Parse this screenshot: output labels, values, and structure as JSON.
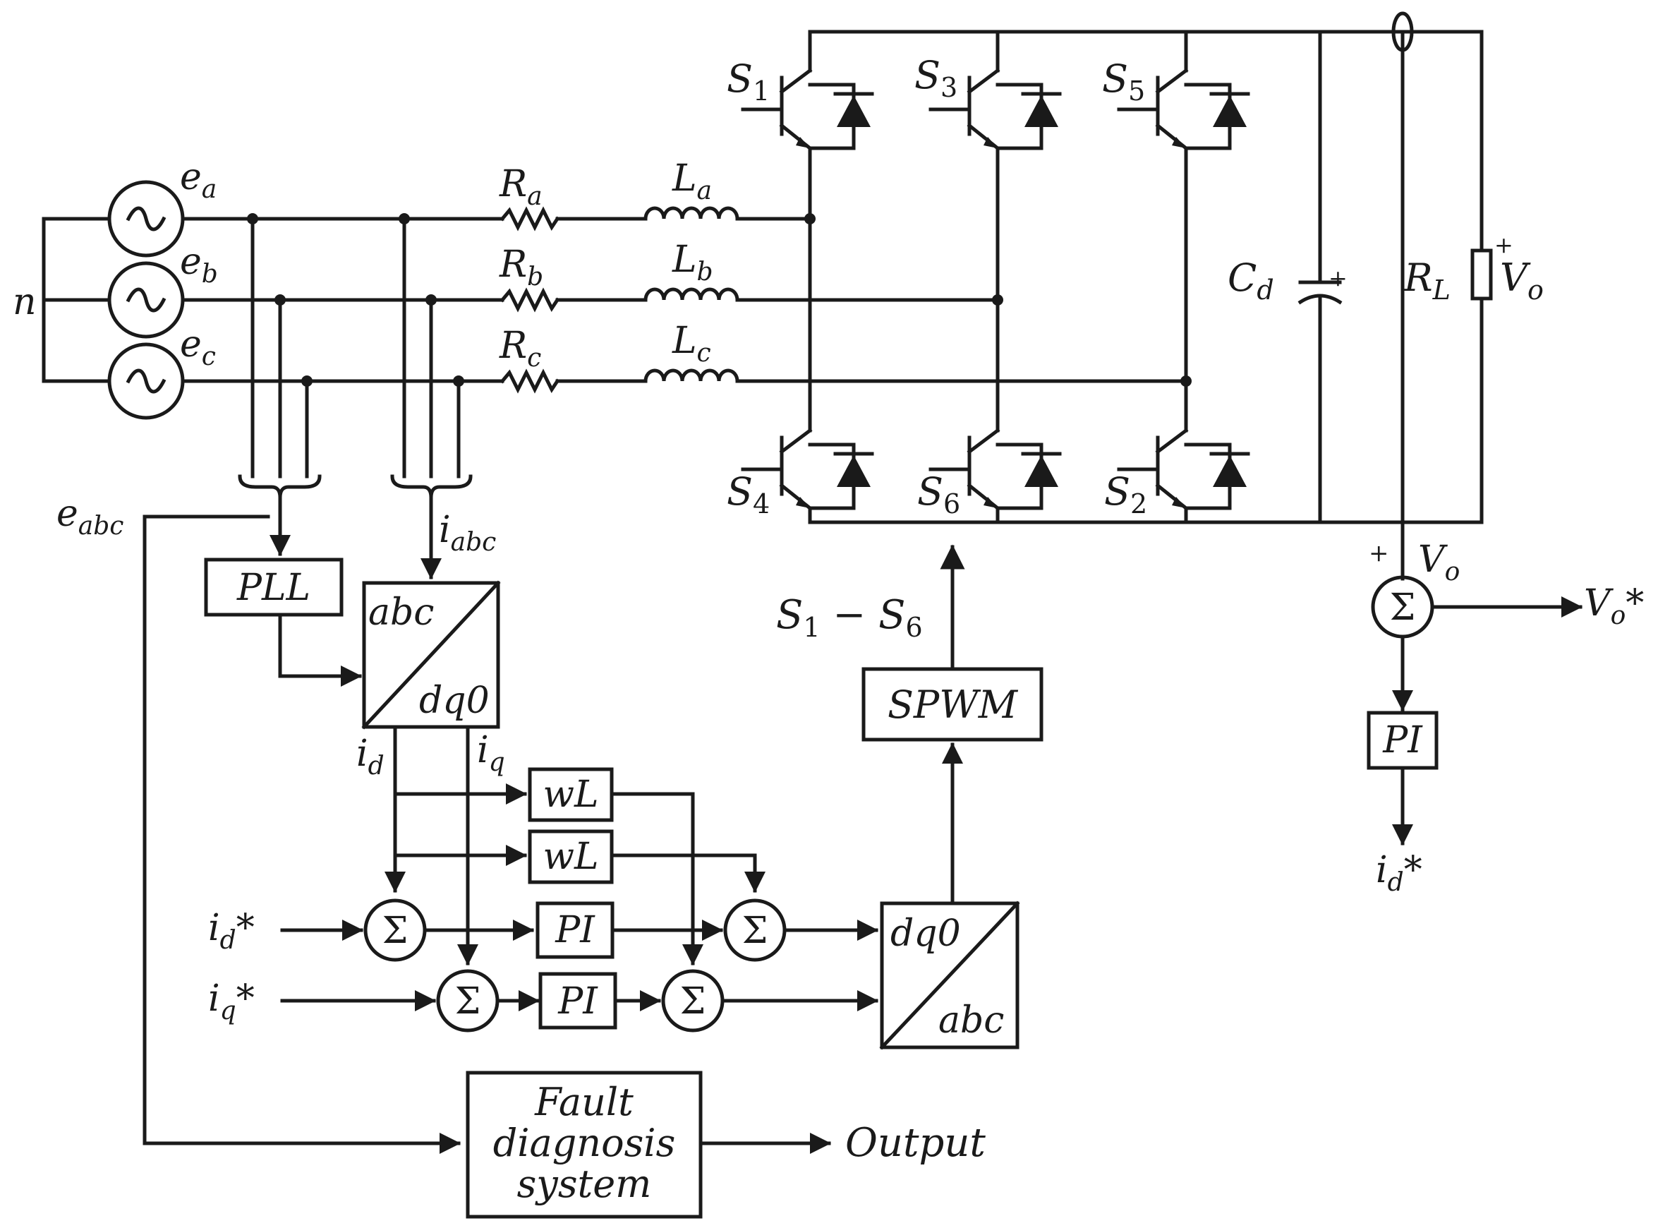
{
  "sources": [
    {
      "main": "e",
      "sub": "a"
    },
    {
      "main": "e",
      "sub": "b"
    },
    {
      "main": "e",
      "sub": "c"
    }
  ],
  "neutral": "n",
  "resistors": [
    {
      "main": "R",
      "sub": "a"
    },
    {
      "main": "R",
      "sub": "b"
    },
    {
      "main": "R",
      "sub": "c"
    }
  ],
  "inductors": [
    {
      "main": "L",
      "sub": "a"
    },
    {
      "main": "L",
      "sub": "b"
    },
    {
      "main": "L",
      "sub": "c"
    }
  ],
  "switches": [
    {
      "main": "S",
      "sub": "1"
    },
    {
      "main": "S",
      "sub": "3"
    },
    {
      "main": "S",
      "sub": "5"
    },
    {
      "main": "S",
      "sub": "4"
    },
    {
      "main": "S",
      "sub": "6"
    },
    {
      "main": "S",
      "sub": "2"
    }
  ],
  "capacitor": {
    "main": "C",
    "sub": "d"
  },
  "load": {
    "main": "R",
    "sub": "L"
  },
  "vo": {
    "main": "V",
    "sub": "o"
  },
  "plus": "+",
  "sigma": "Σ",
  "signals": {
    "eabc": {
      "main": "e",
      "sub": "abc"
    },
    "iabc": {
      "main": "i",
      "sub": "abc"
    },
    "id": {
      "main": "i",
      "sub": "d"
    },
    "iq": {
      "main": "i",
      "sub": "q"
    },
    "id_ref": {
      "main": "i",
      "sub": "d",
      "tail": "*"
    },
    "iq_ref": {
      "main": "i",
      "sub": "q",
      "tail": "*"
    },
    "vo_ref": {
      "main": "V",
      "sub": "o",
      "tail": "*"
    },
    "id_ref_out": {
      "main": "i",
      "sub": "d",
      "tail": "*"
    },
    "gates": {
      "a": "S",
      "asub": "1",
      "mid": " − ",
      "b": "S",
      "bsub": "6"
    }
  },
  "blocks": {
    "pll": "PLL",
    "abc_dq0_top": "abc",
    "abc_dq0_bottom": "dq0",
    "wl1": "wL",
    "wl2": "wL",
    "pi_d": "PI",
    "pi_q": "PI",
    "pi_v": "PI",
    "spwm": "SPWM",
    "dq0_abc_top": "dq0",
    "dq0_abc_bottom": "abc",
    "fault_line1": "Fault",
    "fault_line2": "diagnosis",
    "fault_line3": "system"
  },
  "output": "Output"
}
